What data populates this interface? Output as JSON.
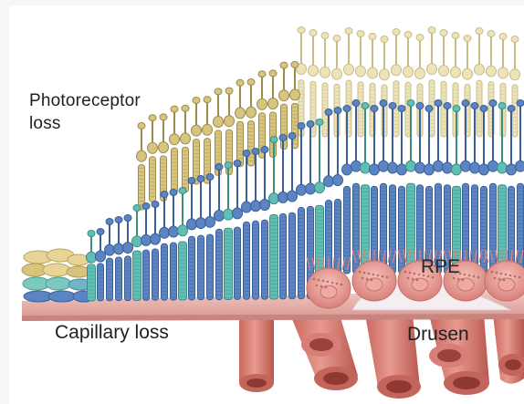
{
  "labels": {
    "photoreceptor_line1": "Photoreceptor",
    "photoreceptor_line2": "loss",
    "capillary_loss": "Capillary loss",
    "rpe": "RPE",
    "drusen": "Drusen"
  },
  "colors": {
    "rod_blue": "#5b84c2",
    "cone_teal": "#5fbfb4",
    "pale_cell": "#ede3b8",
    "yellow_cell": "#d7c47e",
    "rpe_pink": "#e59a93",
    "membrane": "#e8b6b0",
    "drusen_white": "#f4eef0",
    "capillary_red": "#d98277"
  }
}
